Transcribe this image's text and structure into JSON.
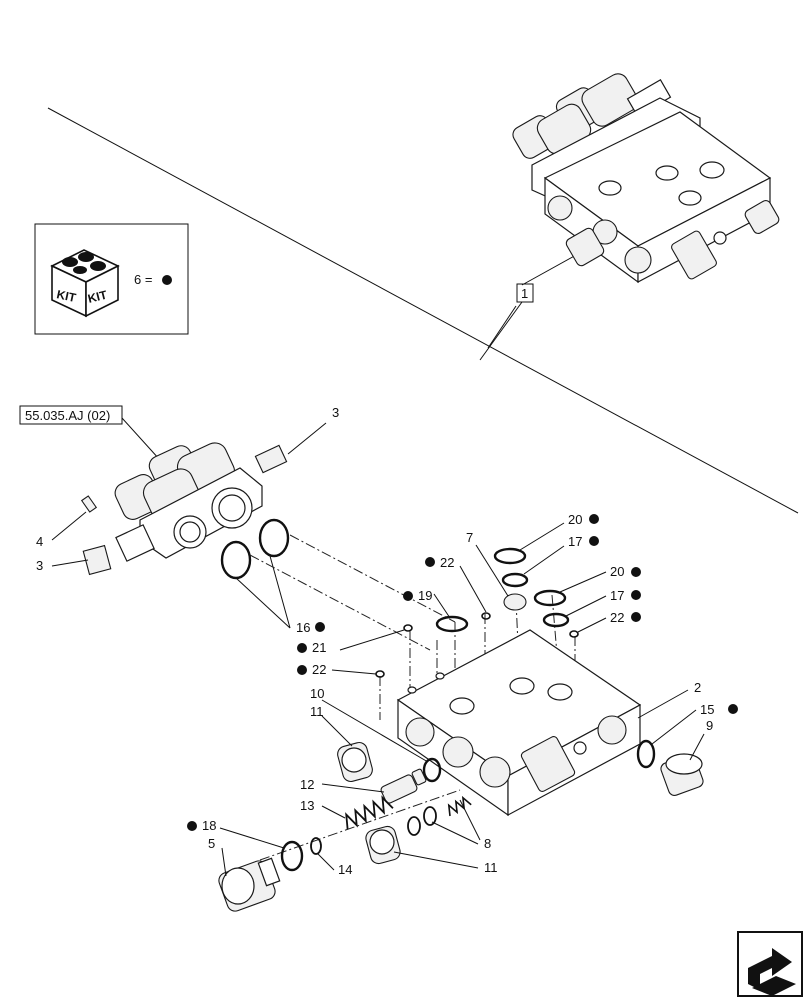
{
  "kit_legend": {
    "kit_label_left": "KIT",
    "kit_label_right": "KIT",
    "equation": "6 ="
  },
  "reference": "55.035.AJ (02)",
  "assembly_callout": "1",
  "callouts": {
    "c2": "2",
    "c3a": "3",
    "c3b": "3",
    "c4": "4",
    "c5": "5",
    "c6": "6",
    "c7": "7",
    "c8": "8",
    "c9": "9",
    "c10": "10",
    "c11a": "11",
    "c11b": "11",
    "c12": "12",
    "c13": "13",
    "c14": "14",
    "c15": "15",
    "c16": "16",
    "c17a": "17",
    "c17b": "17",
    "c18": "18",
    "c19": "19",
    "c20a": "20",
    "c20b": "20",
    "c21": "21",
    "c22a": "22",
    "c22b": "22",
    "c22c": "22"
  },
  "icons": {
    "kit": "kit-box-icon",
    "dot": "kit-dot-icon",
    "nav": "next-page-arrow-icon"
  }
}
